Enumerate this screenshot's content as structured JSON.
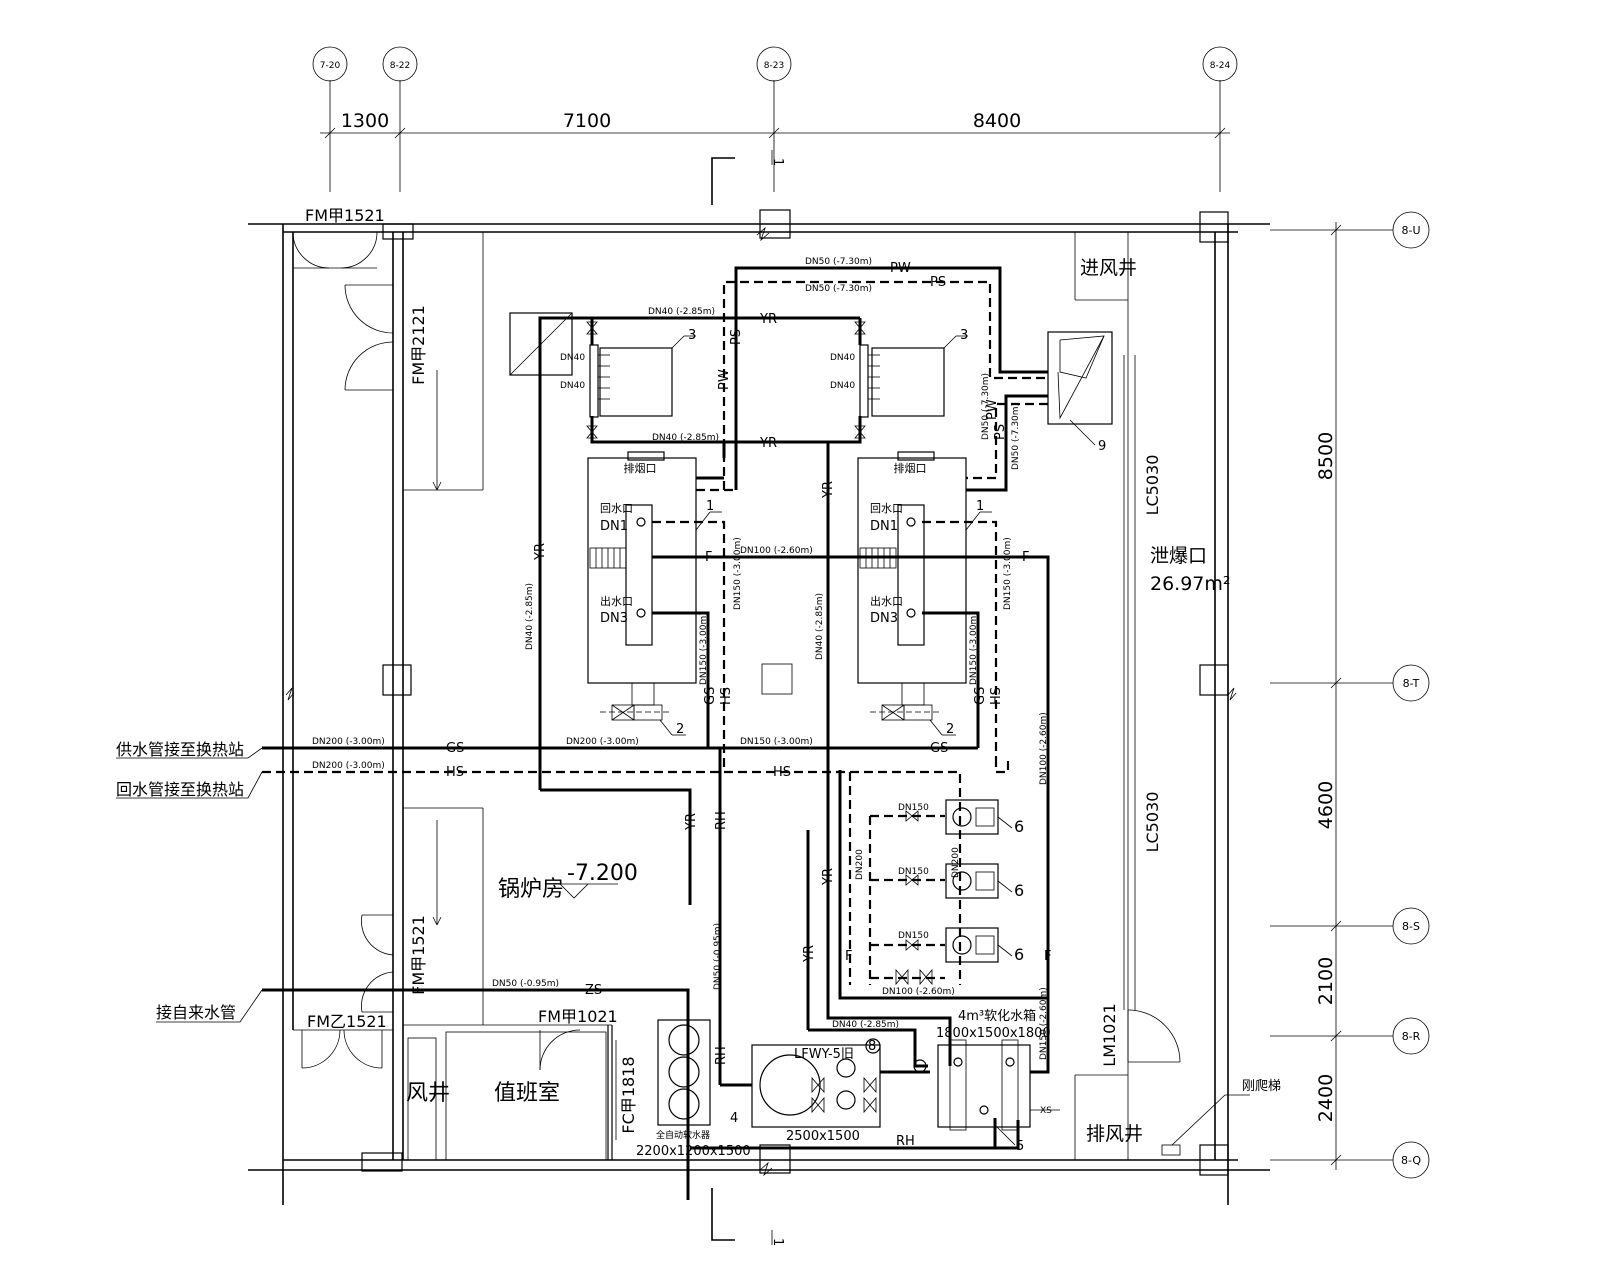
{
  "axes_top": [
    "7-20",
    "8-22",
    "8-23",
    "8-24"
  ],
  "axes_right": [
    "8-U",
    "8-T",
    "8-S",
    "8-R",
    "8-Q"
  ],
  "dims_top": [
    "1300",
    "7100",
    "8400"
  ],
  "dims_right": [
    "8500",
    "4600",
    "2100",
    "2400"
  ],
  "section_mark": "1",
  "rooms": {
    "boiler_room": "锅炉房",
    "boiler_level": "-7.200",
    "duty_room": "值班室",
    "air_shaft": "风井",
    "intake_shaft": "进风井",
    "exhaust_shaft": "排风井",
    "vent": "泄爆口",
    "vent_area": "26.97m²",
    "ladder": "刚爬梯"
  },
  "doors": {
    "fm1521_top": "FM甲1521",
    "fm2121": "FM甲2121",
    "fm1521_left": "FM甲1521",
    "fmz1521": "FM乙1521",
    "fm1021": "FM甲1021",
    "fc1818": "FC甲1818",
    "lc5030_a": "LC5030",
    "lc5030_b": "LC5030",
    "lm1021": "LM1021"
  },
  "external": {
    "supply": "供水管接至换热站",
    "return": "回水管接至换热站",
    "city_water": "接自来水管"
  },
  "pipe_codes": {
    "gs": "GS",
    "hs": "HS",
    "yr": "YR",
    "pw": "PW",
    "ps": "PS",
    "f": "F",
    "rh": "RH",
    "zs": "ZS",
    "xs": "XS"
  },
  "pipe_sizes": {
    "dn50_730": "DN50 (-7.30m)",
    "dn40_285": "DN40 (-2.85m)",
    "dn100_260": "DN100 (-2.60m)",
    "dn150_300": "DN150 (-3.00m)",
    "dn200_300": "DN200 (-3.00m)",
    "dn50_095": "DN50 (-0.95m)",
    "dn150_260": "DN150 (-2.60m)",
    "dn40": "DN40",
    "dn150": "DN150",
    "dn200": "DN200"
  },
  "equipment": {
    "boiler_no": "1",
    "burner_no": "2",
    "unit3_no": "3",
    "softener_no": "4",
    "tank_no": "5",
    "pump_no": "6",
    "unit8_no": "8",
    "unit9_no": "9",
    "smoke_outlet": "排烟口",
    "return_port": "回水口",
    "return_dn": "DN1",
    "outlet_port": "出水口",
    "outlet_dn": "DN3",
    "softener_name": "全自动软水器",
    "softener_size": "2200x1200x1500",
    "deaerator_name": "LFWY-5旧",
    "deaerator_size": "2500x1500",
    "tank_name": "4m³软化水箱",
    "tank_size": "1800x1500x1800"
  }
}
